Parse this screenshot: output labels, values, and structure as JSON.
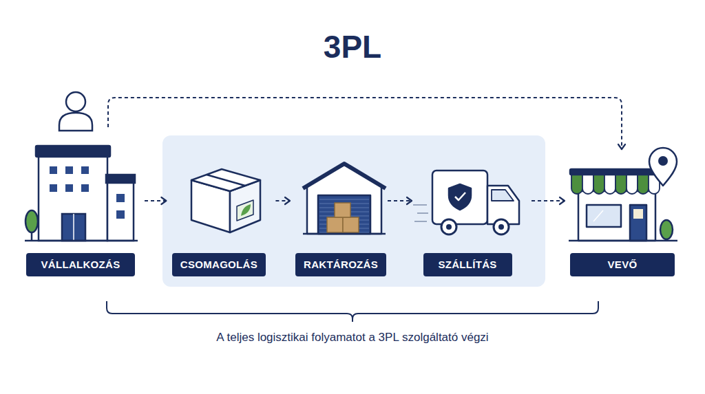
{
  "diagram": {
    "title": "3PL",
    "caption": "A teljes logisztikai folyamatot a 3PL szolgáltató végzi",
    "nodes": [
      {
        "text": [
          "VÁLLALKOZÁS"
        ]
      },
      {
        "text": [
          "CSOMAGOLÁS"
        ]
      },
      {
        "text": [
          "RAKTÁROZÁS"
        ]
      },
      {
        "text": [
          "SZÁLLÍTÁS"
        ]
      },
      {
        "text": [
          "VEVŐ"
        ]
      }
    ],
    "edges": [
      {
        "from": 0,
        "to": 1,
        "arrow": "to"
      },
      {
        "from": 1,
        "to": 2,
        "arrow": "to"
      },
      {
        "from": 2,
        "to": 3,
        "arrow": "to"
      },
      {
        "from": 3,
        "to": 4,
        "arrow": "to"
      },
      {
        "from": 0,
        "to": 4,
        "arrow": "to"
      }
    ]
  }
}
